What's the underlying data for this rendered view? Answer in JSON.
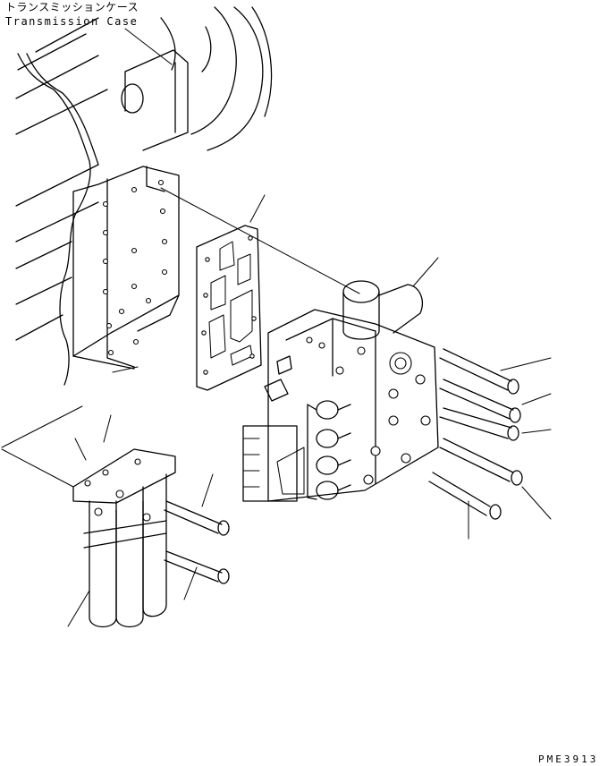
{
  "caption": {
    "japanese": "トランスミッションケース",
    "english": "Transmission Case"
  },
  "drawing_code": "PME3913"
}
